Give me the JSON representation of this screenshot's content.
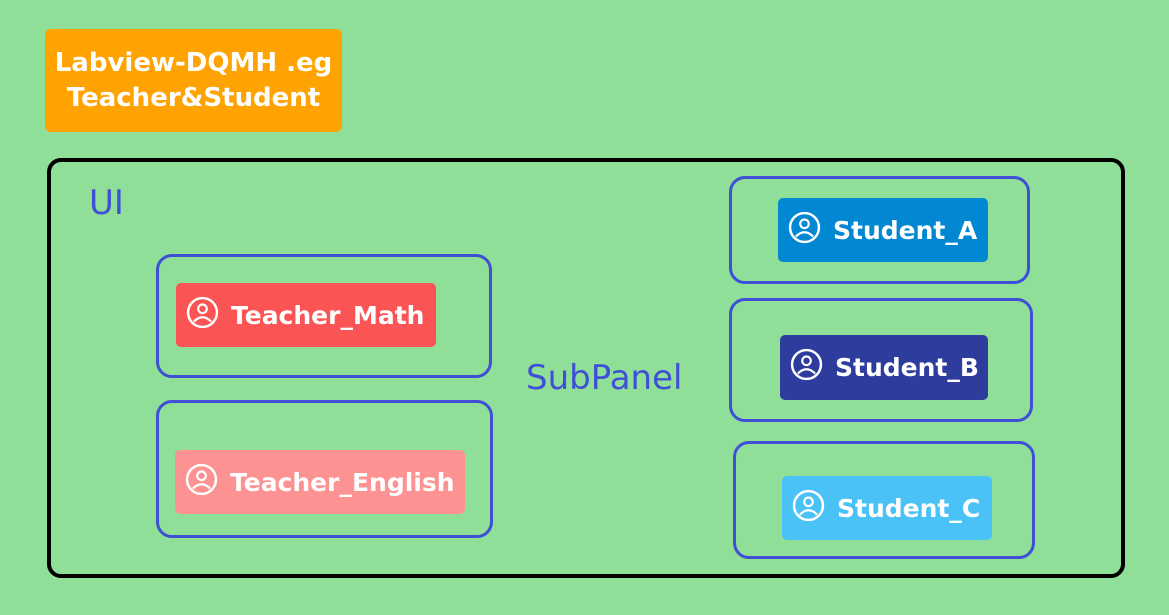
{
  "colors": {
    "background": "#8fdf98",
    "title_box": "#ffa302",
    "ui_frame": "#000000",
    "subpanel_border": "#3f4fd6",
    "label_text": "#3f4fd6",
    "teacher_math": "#fb5455",
    "teacher_english": "#fd9292",
    "student_a": "#0288d3",
    "student_b": "#2e3c9e",
    "student_c": "#4bc2f5"
  },
  "title": {
    "line1": "Labview-DQMH .eg",
    "line2": "Teacher&Student"
  },
  "ui_label": "UI",
  "subpanel_label": "SubPanel",
  "modules": [
    {
      "id": "teacher-math",
      "label": "Teacher_Math",
      "icon": "user-circle-icon",
      "color": "#fb5455"
    },
    {
      "id": "teacher-english",
      "label": "Teacher_English",
      "icon": "user-circle-icon",
      "color": "#fd9292"
    },
    {
      "id": "student-a",
      "label": "Student_A",
      "icon": "user-circle-icon",
      "color": "#0288d3"
    },
    {
      "id": "student-b",
      "label": "Student_B",
      "icon": "user-circle-icon",
      "color": "#2e3c9e"
    },
    {
      "id": "student-c",
      "label": "Student_C",
      "icon": "user-circle-icon",
      "color": "#4bc2f5"
    }
  ]
}
